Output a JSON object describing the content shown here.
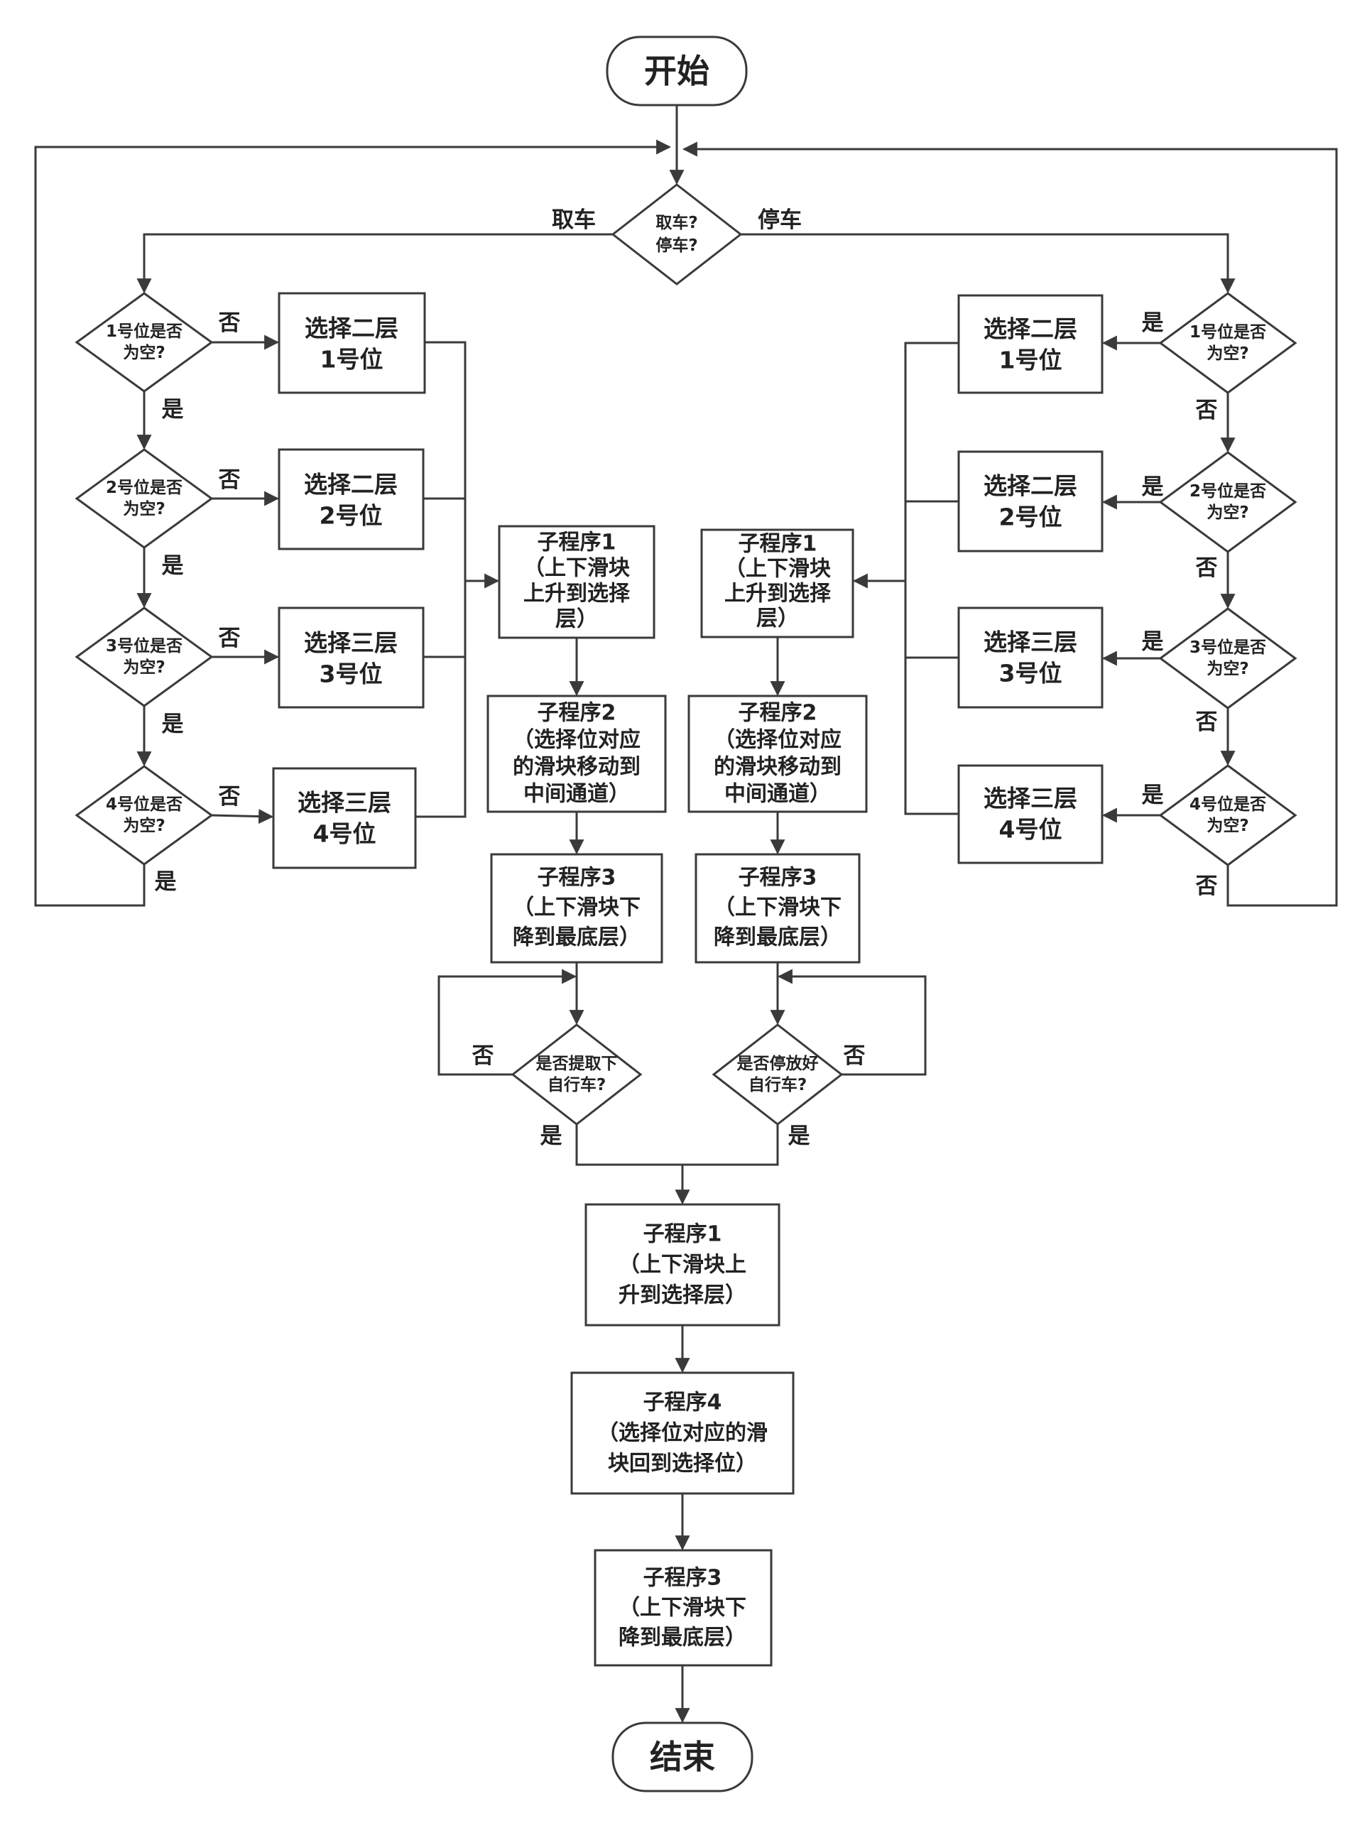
{
  "nodes": {
    "start": "开始",
    "end": "结束",
    "mode": [
      "取车?",
      "停车?"
    ],
    "pick_check": [
      [
        "1号位是否",
        "为空?"
      ],
      [
        "2号位是否",
        "为空?"
      ],
      [
        "3号位是否",
        "为空?"
      ],
      [
        "4号位是否",
        "为空?"
      ]
    ],
    "pick_select": [
      [
        "选择二层",
        "1号位"
      ],
      [
        "选择二层",
        "2号位"
      ],
      [
        "选择三层",
        "3号位"
      ],
      [
        "选择三层",
        "4号位"
      ]
    ],
    "park_check": [
      [
        "1号位是否",
        "为空?"
      ],
      [
        "2号位是否",
        "为空?"
      ],
      [
        "3号位是否",
        "为空?"
      ],
      [
        "4号位是否",
        "为空?"
      ]
    ],
    "park_select": [
      [
        "选择二层",
        "1号位"
      ],
      [
        "选择二层",
        "2号位"
      ],
      [
        "选择三层",
        "3号位"
      ],
      [
        "选择三层",
        "4号位"
      ]
    ],
    "left_sub1": [
      "子程序1",
      "（上下滑块",
      "上升到选择",
      "层）"
    ],
    "left_sub2": [
      "子程序2",
      "（选择位对应",
      "的滑块移动到",
      "中间通道）"
    ],
    "left_sub3": [
      "子程序3",
      "（上下滑块下",
      "降到最底层）"
    ],
    "right_sub1": [
      "子程序1",
      "（上下滑块",
      "上升到选择",
      "层）"
    ],
    "right_sub2": [
      "子程序2",
      "（选择位对应",
      "的滑块移动到",
      "中间通道）"
    ],
    "right_sub3": [
      "子程序3",
      "（上下滑块下",
      "降到最底层）"
    ],
    "left_confirm": [
      "是否提取下",
      "自行车?"
    ],
    "right_confirm": [
      "是否停放好",
      "自行车?"
    ],
    "final_sub1": [
      "子程序1",
      "（上下滑块上",
      "升到选择层）"
    ],
    "final_sub4": [
      "子程序4",
      "（选择位对应的滑",
      "块回到选择位）"
    ],
    "final_sub3": [
      "子程序3",
      "（上下滑块下",
      "降到最底层）"
    ]
  },
  "edge_labels": {
    "pick": "取车",
    "park": "停车",
    "yes": "是",
    "no": "否"
  }
}
